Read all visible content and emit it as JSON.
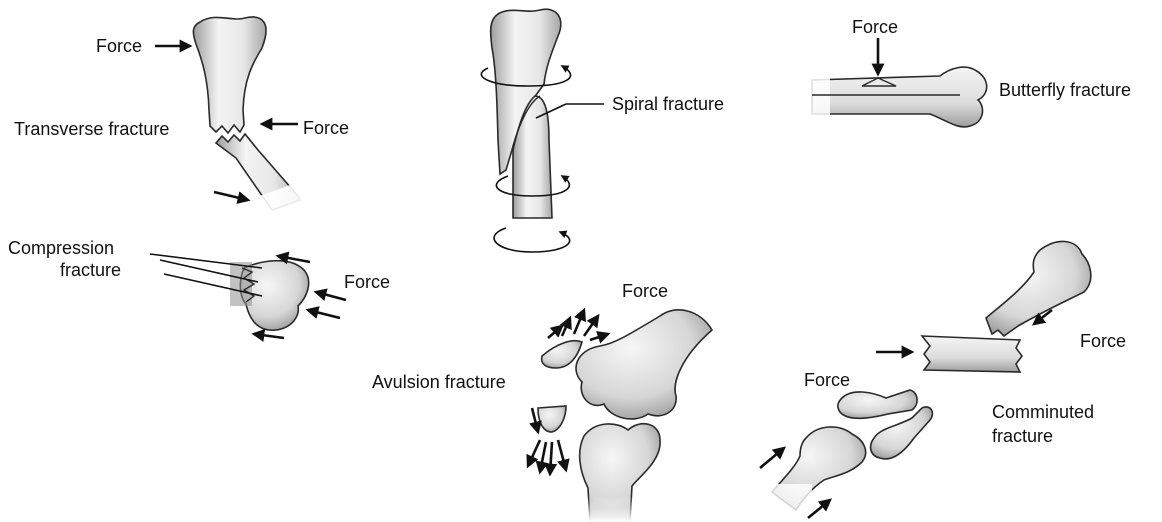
{
  "colors": {
    "bone_light": "#f2f2f2",
    "bone_dark": "#a9a9a9",
    "outline": "#2a2a2a",
    "arrow": "#111111"
  },
  "labels": {
    "transverse": {
      "fracture": "Transverse fracture",
      "force_top": "Force",
      "force_right": "Force"
    },
    "spiral": {
      "fracture": "Spiral fracture"
    },
    "butterfly": {
      "fracture": "Butterfly fracture",
      "force": "Force"
    },
    "compression": {
      "line1": "Compression",
      "line2": "fracture",
      "force": "Force"
    },
    "avulsion": {
      "fracture": "Avulsion fracture",
      "force": "Force"
    },
    "comminuted": {
      "line1": "Comminuted",
      "line2": "fracture",
      "force_right": "Force",
      "force_left": "Force"
    }
  }
}
